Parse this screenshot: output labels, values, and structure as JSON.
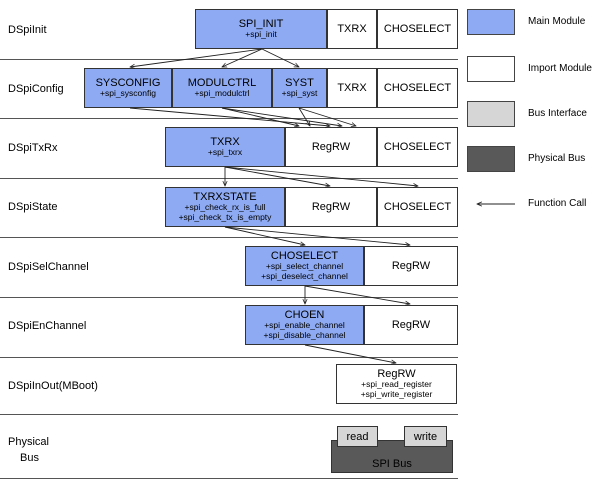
{
  "layers": [
    {
      "id": "init",
      "label": "DSpiInit"
    },
    {
      "id": "config",
      "label": "DSpiConfig"
    },
    {
      "id": "txrx",
      "label": "DSpiTxRx"
    },
    {
      "id": "state",
      "label": "DSpiState"
    },
    {
      "id": "sel",
      "label": "DSpiSelChannel"
    },
    {
      "id": "en",
      "label": "DSpiEnChannel"
    },
    {
      "id": "inout",
      "label": "DSpiInOut(MBoot)"
    },
    {
      "id": "phys",
      "label_line1": "Physical",
      "label_line2": "Bus"
    }
  ],
  "modules": {
    "spi_init": {
      "title": "SPI_INIT",
      "functions": [
        "+spi_init"
      ]
    },
    "init_txrx": {
      "title": "TXRX"
    },
    "init_chos": {
      "title": "CHOSELECT"
    },
    "sysconfig": {
      "title": "SYSCONFIG",
      "functions": [
        "+spi_sysconfig"
      ]
    },
    "modulctrl": {
      "title": "MODULCTRL",
      "functions": [
        "+spi_modulctrl"
      ]
    },
    "syst": {
      "title": "SYST",
      "functions": [
        "+spi_syst"
      ]
    },
    "config_txrx": {
      "title": "TXRX"
    },
    "config_chos": {
      "title": "CHOSELECT"
    },
    "txrx_main": {
      "title": "TXRX",
      "functions": [
        "+spi_txrx"
      ]
    },
    "txrx_regrw": {
      "title": "RegRW"
    },
    "txrx_chos": {
      "title": "CHOSELECT"
    },
    "txrxstate": {
      "title": "TXRXSTATE",
      "functions": [
        "+spi_check_rx_is_full",
        "+spi_check_tx_is_empty"
      ]
    },
    "state_regrw": {
      "title": "RegRW"
    },
    "state_chos": {
      "title": "CHOSELECT"
    },
    "choselect": {
      "title": "CHOSELECT",
      "functions": [
        "+spi_select_channel",
        "+spi_deselect_channel"
      ]
    },
    "sel_regrw": {
      "title": "RegRW"
    },
    "choen": {
      "title": "CHOEN",
      "functions": [
        "+spi_enable_channel",
        "+spi_disable_channel"
      ]
    },
    "en_regrw": {
      "title": "RegRW"
    },
    "regrw": {
      "title": "RegRW",
      "functions": [
        "+spi_read_register",
        "+spi_write_register"
      ]
    },
    "read": {
      "title": "read"
    },
    "write": {
      "title": "write"
    },
    "spibus": {
      "title": "SPI Bus"
    }
  },
  "legend": {
    "main_module": "Main Module",
    "import_module": "Import Module",
    "bus_interface": "Bus Interface",
    "physical_bus": "Physical Bus",
    "function_call": "Function Call"
  },
  "colors": {
    "main_module": "#8eaaf2",
    "import_module": "#ffffff",
    "bus_interface": "#d6d6d6",
    "physical_bus": "#595959"
  }
}
